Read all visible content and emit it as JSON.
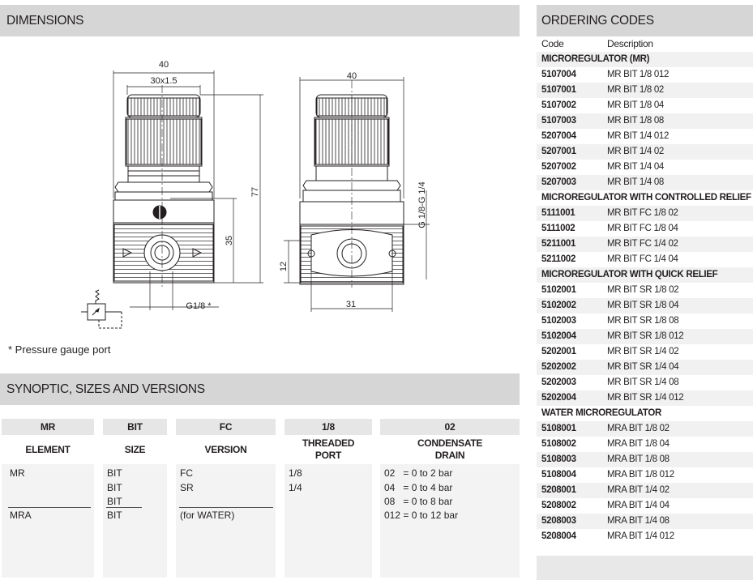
{
  "dimensions": {
    "title": "DIMENSIONS",
    "labels": {
      "left_width": "40",
      "left_thread": "30x1.5",
      "height_total": "77",
      "height_lower": "35",
      "port_label": "G1/8 *",
      "right_width": "40",
      "right_thread": "G 1/8-G 1/4",
      "right_height": "12",
      "right_bottom": "31"
    },
    "footnote": "* Pressure gauge port"
  },
  "synoptic": {
    "title": "SYNOPTIC, SIZES AND VERSIONS",
    "columns": [
      {
        "code": "MR",
        "head": "ELEMENT",
        "values": [
          "MR",
          "",
          "",
          "MRA"
        ]
      },
      {
        "code": "BIT",
        "head": "SIZE",
        "values": [
          "BIT",
          "BIT",
          "BIT",
          "BIT"
        ]
      },
      {
        "code": "FC",
        "head": "VERSION",
        "values": [
          "FC",
          "SR",
          "",
          "(for WATER)"
        ]
      },
      {
        "code": "1/8",
        "head": "THREADED PORT",
        "values": [
          "1/8",
          "1/4",
          "",
          ""
        ]
      },
      {
        "code": "02",
        "head": "CONDENSATE DRAIN",
        "values": [
          "02   = 0 to 2 bar",
          "04   = 0 to 4 bar",
          "08   = 0 to 8 bar",
          "012 = 0 to 12 bar"
        ]
      }
    ]
  },
  "ordering": {
    "title": "ORDERING CODES",
    "col_code": "Code",
    "col_desc": "Description",
    "rows": [
      {
        "section": "MICROREGULATOR (MR)"
      },
      {
        "code": "5107004",
        "desc": "MR BIT 1/8 012"
      },
      {
        "code": "5107001",
        "desc": "MR BIT 1/8 02"
      },
      {
        "code": "5107002",
        "desc": "MR BIT 1/8 04"
      },
      {
        "code": "5107003",
        "desc": "MR BIT 1/8 08"
      },
      {
        "code": "5207004",
        "desc": "MR BIT 1/4 012"
      },
      {
        "code": "5207001",
        "desc": "MR BIT 1/4 02"
      },
      {
        "code": "5207002",
        "desc": "MR BIT 1/4 04"
      },
      {
        "code": "5207003",
        "desc": "MR BIT 1/4 08"
      },
      {
        "section": "MICROREGULATOR WITH CONTROLLED RELIEF"
      },
      {
        "code": "5111001",
        "desc": "MR BIT FC 1/8 02"
      },
      {
        "code": "5111002",
        "desc": "MR BIT FC 1/8 04"
      },
      {
        "code": "5211001",
        "desc": "MR BIT FC 1/4 02"
      },
      {
        "code": "5211002",
        "desc": "MR BIT FC 1/4 04"
      },
      {
        "section": "MICROREGULATOR WITH QUICK RELIEF"
      },
      {
        "code": "5102001",
        "desc": "MR BIT SR 1/8 02"
      },
      {
        "code": "5102002",
        "desc": "MR BIT SR 1/8 04"
      },
      {
        "code": "5102003",
        "desc": "MR BIT SR 1/8 08"
      },
      {
        "code": "5102004",
        "desc": "MR BIT SR 1/8 012"
      },
      {
        "code": "5202001",
        "desc": "MR BIT SR 1/4 02"
      },
      {
        "code": "5202002",
        "desc": "MR BIT SR 1/4 04"
      },
      {
        "code": "5202003",
        "desc": "MR BIT SR 1/4 08"
      },
      {
        "code": "5202004",
        "desc": "MR BIT SR 1/4 012"
      },
      {
        "section": "WATER MICROREGULATOR"
      },
      {
        "code": "5108001",
        "desc": "MRA BIT 1/8 02"
      },
      {
        "code": "5108002",
        "desc": "MRA BIT 1/8 04"
      },
      {
        "code": "5108003",
        "desc": "MRA BIT 1/8 08"
      },
      {
        "code": "5108004",
        "desc": "MRA BIT 1/8 012"
      },
      {
        "code": "5208001",
        "desc": "MRA BIT 1/4 02"
      },
      {
        "code": "5208002",
        "desc": "MRA BIT 1/4 04"
      },
      {
        "code": "5208003",
        "desc": "MRA BIT 1/4 08"
      },
      {
        "code": "5208004",
        "desc": "MRA BIT 1/4 012"
      }
    ]
  }
}
